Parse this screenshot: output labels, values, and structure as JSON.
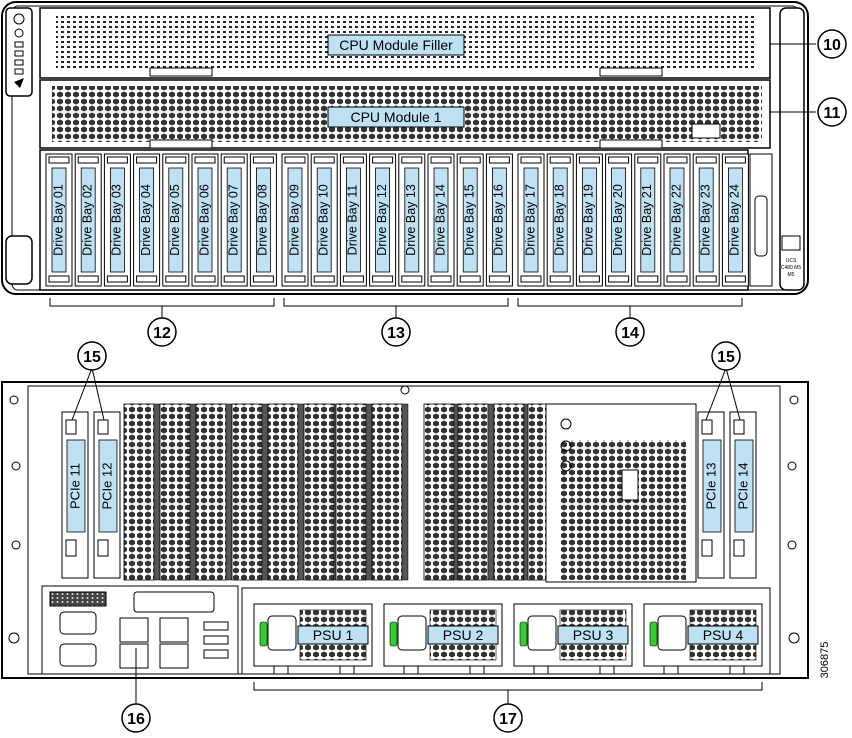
{
  "front": {
    "cpu_filler_label": "CPU Module Filler",
    "cpu_module_label": "CPU Module 1",
    "drive_bays": [
      "Drive Bay 01",
      "Drive Bay 02",
      "Drive Bay 03",
      "Drive Bay 04",
      "Drive Bay 05",
      "Drive Bay 06",
      "Drive Bay 07",
      "Drive Bay 08",
      "Drive Bay 09",
      "Drive Bay 10",
      "Drive Bay 11",
      "Drive Bay 12",
      "Drive Bay 13",
      "Drive Bay 14",
      "Drive Bay 15",
      "Drive Bay 16",
      "Drive Bay 17",
      "Drive Bay 18",
      "Drive Bay 19",
      "Drive Bay 20",
      "Drive Bay 21",
      "Drive Bay 22",
      "Drive Bay 23",
      "Drive Bay 24"
    ],
    "ucs_label": [
      "UCS",
      "C480 M5",
      "M5"
    ]
  },
  "rear": {
    "pcie": [
      "PCIe 11",
      "PCIe 12",
      "PCIe 13",
      "PCIe 14"
    ],
    "psus": [
      "PSU 1",
      "PSU 2",
      "PSU 3",
      "PSU 4"
    ]
  },
  "callouts": [
    "10",
    "11",
    "12",
    "13",
    "14",
    "15",
    "15",
    "16",
    "17"
  ],
  "figure_id": "306875",
  "colors": {
    "label_fill": "#bfe1f4",
    "led_green": "#33cc33",
    "outline": "#000000"
  }
}
